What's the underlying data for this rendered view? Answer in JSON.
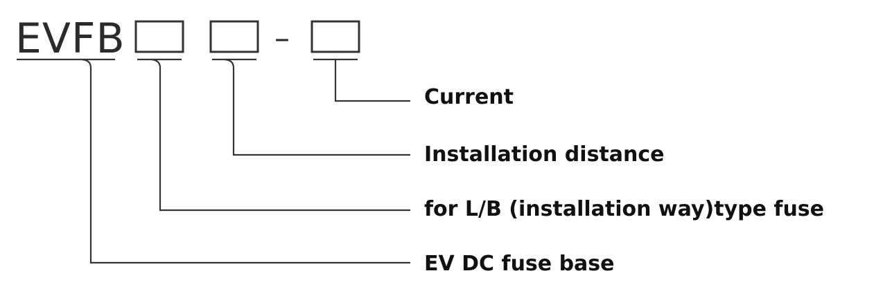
{
  "code": {
    "prefix": "EVFB",
    "separator": "–"
  },
  "labels": {
    "current": "Current",
    "installation_distance": "Installation distance",
    "installation_way": "for L/B (installation way)type fuse",
    "fuse_base": "EV DC fuse base"
  },
  "colors": {
    "line": "#333333",
    "text": "#111111"
  }
}
